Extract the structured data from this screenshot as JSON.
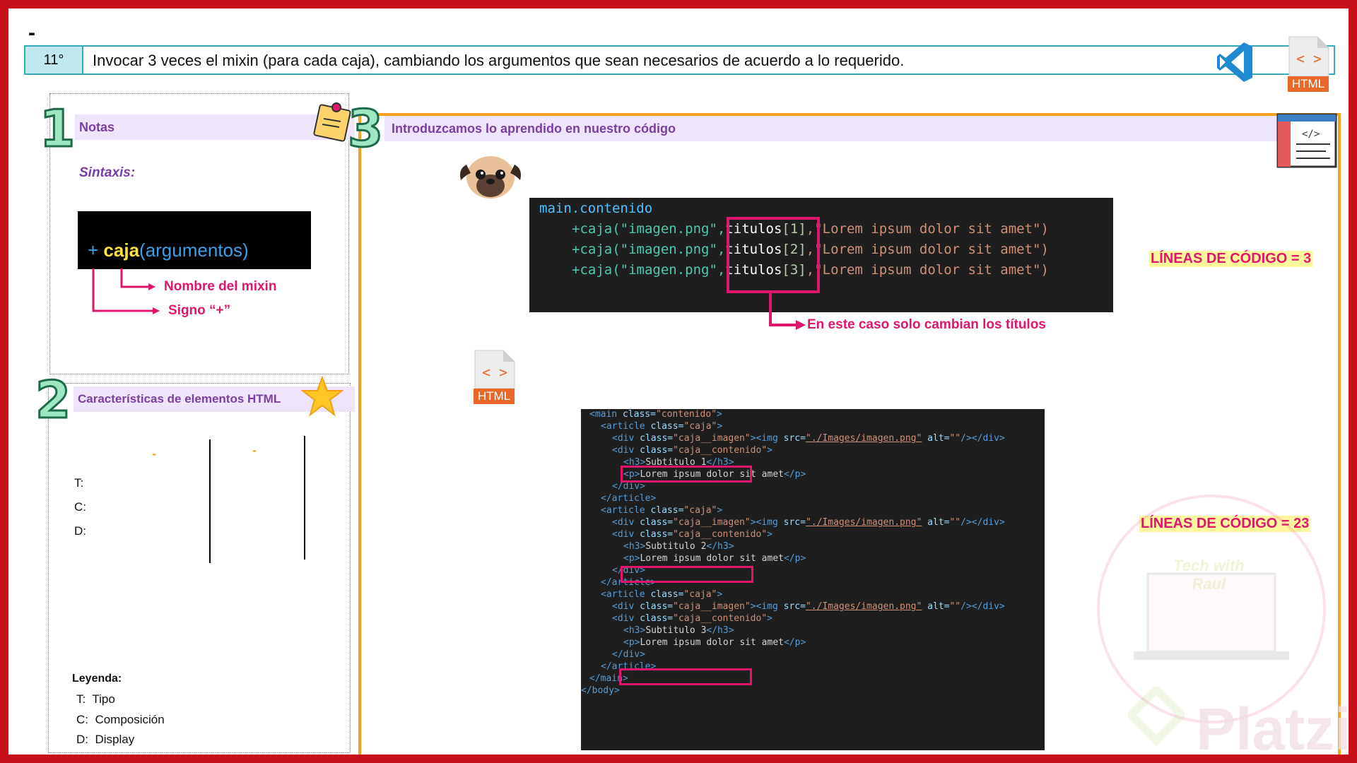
{
  "header": {
    "dash": "-",
    "step_number": "11°",
    "instruction": "Invocar 3 veces el mixin (para cada caja), cambiando los argumentos que sean necesarios de acuerdo a lo requerido.",
    "html_badge": "HTML"
  },
  "section1": {
    "number": "1",
    "title": "Notas",
    "syntax_label": "Sintaxis:",
    "syntax_plus": "+",
    "syntax_name": "caja",
    "syntax_args": "(argumentos)",
    "note_mixin_name": "Nombre del mixin",
    "note_sign": "Signo “+”"
  },
  "section2": {
    "number": "2",
    "title": "Características de elementos HTML",
    "col_marker_1": "-",
    "col_marker_2": "-",
    "row_labels": [
      "T:",
      "C:",
      "D:"
    ],
    "legend_title": "Leyenda:",
    "legend_items": [
      {
        "key": "T:",
        "value": "Tipo"
      },
      {
        "key": "C:",
        "value": "Composición"
      },
      {
        "key": "D:",
        "value": "Display"
      }
    ]
  },
  "section3": {
    "number": "3",
    "title": "Introduzcamos lo aprendido en nuestro código",
    "html_badge": "HTML",
    "scss_code": {
      "selector": "main.contenido",
      "call_prefix": "+caja(\"imagen.png\",",
      "arg_name": "titulos",
      "indexes": [
        "[1]",
        "[2]",
        "[3]"
      ],
      "call_suffix": ",\"Lorem ipsum dolor sit amet\")"
    },
    "note_only_titles": "En este caso solo cambian los títulos",
    "lines_scss": "LÍNEAS DE CÓDIGO = 3",
    "lines_html": "LÍNEAS DE CÓDIGO = 23",
    "html_code": {
      "main_open": [
        "<main",
        " class=",
        "\"contenido\"",
        ">"
      ],
      "article_open": [
        "<article",
        " class=",
        "\"caja\"",
        ">"
      ],
      "img_div": [
        "<div",
        " class=",
        "\"caja__imagen\"",
        "><img",
        " src=",
        "\"./Images/imagen.png\"",
        " alt=",
        "\"\"",
        "/></div>"
      ],
      "content_div": [
        "<div",
        " class=",
        "\"caja__contenido\"",
        ">"
      ],
      "subtitles": [
        "Subtitulo 1",
        "Subtitulo 2",
        "Subtitulo 3"
      ],
      "paragraph_text": "Lorem ipsum dolor sit amet",
      "div_close": "</div>",
      "article_close": "</article>",
      "main_close": "</main>",
      "body_close": "</body>"
    }
  },
  "watermark": {
    "brand": "Platzi",
    "tag1": "Tech with",
    "tag2": "Raul"
  }
}
